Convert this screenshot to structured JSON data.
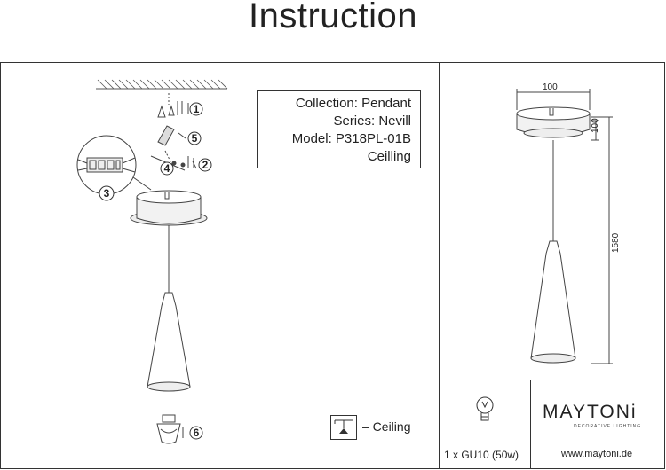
{
  "document": {
    "title": "Instruction"
  },
  "info": {
    "collection": "Collection: Pendant",
    "series": "Series: Nevill",
    "model": "Model: P318PL-01B",
    "mount": "Ceilling"
  },
  "steps": [
    "1",
    "2",
    "3",
    "4",
    "5",
    "6"
  ],
  "dimensions": {
    "width": "100",
    "canopy_height": "100",
    "total_height": "1580"
  },
  "legend": {
    "ceiling_label": "– Ceiling"
  },
  "lamp": {
    "label": "1 x GU10 (50w)"
  },
  "brand": {
    "name": "MAYTONi",
    "tagline": "DECORATIVE LIGHTING",
    "website": "www.maytoni.de"
  }
}
